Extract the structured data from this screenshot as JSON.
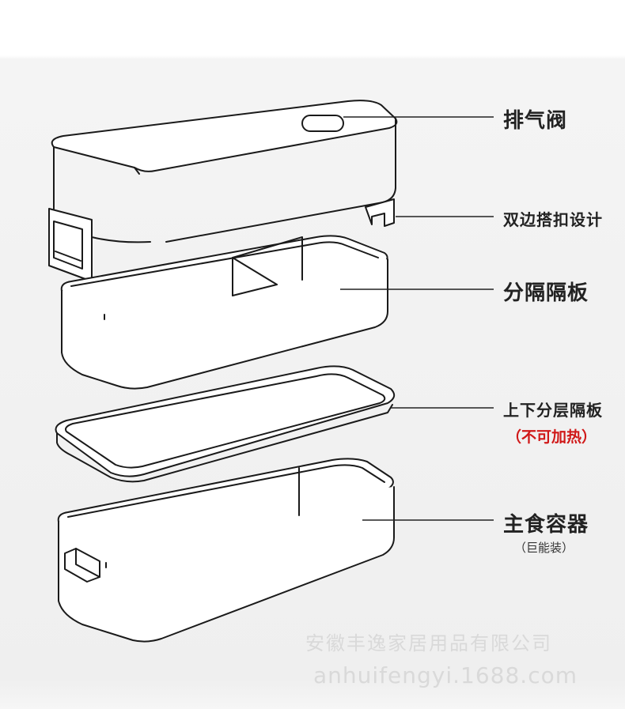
{
  "callouts": {
    "vent_valve": "排气阀",
    "double_clasp": "双边搭扣设计",
    "divider_plate": "分隔隔板",
    "layer_separator": "上下分层隔板",
    "layer_separator_note": "（不可加热）",
    "main_container": "主食容器",
    "main_container_note": "（巨能装）"
  },
  "watermark": {
    "company": "安徽丰逸家居用品有限公司",
    "url": "anhuifengyi.1688.com"
  },
  "colors": {
    "outline": "#1a1a1a",
    "leader_line": "#222222",
    "warning_text": "#d01818",
    "watermark": "#d9d9d9"
  }
}
